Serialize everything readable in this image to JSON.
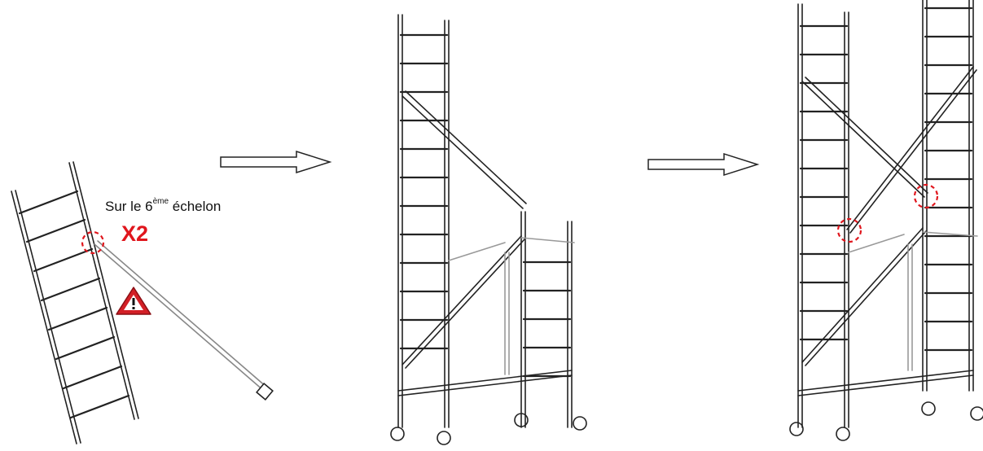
{
  "caption": {
    "prefix": "Sur le 6",
    "superscript": "ème",
    "suffix": " échelon"
  },
  "multiplier": "X2",
  "icons": {
    "warning": "warning-triangle-icon",
    "arrow": "right-arrow-icon"
  },
  "colors": {
    "highlight": "#e0161d",
    "line": "#222222",
    "warning_fill": "#d31f26"
  }
}
